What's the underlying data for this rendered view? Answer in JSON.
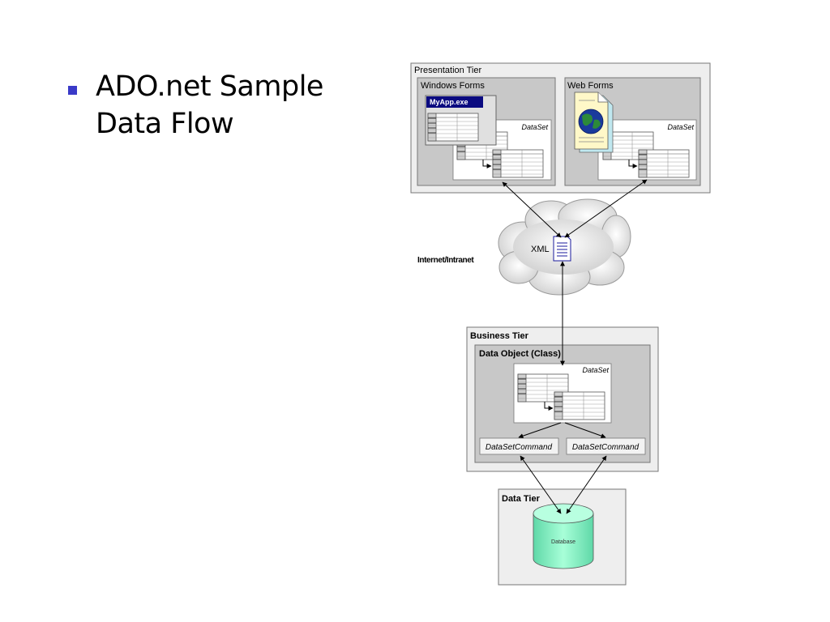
{
  "slide": {
    "bullet_lines": [
      "ADO.net Sample",
      "Data Flow"
    ]
  },
  "diagram": {
    "presentation_tier": "Presentation Tier",
    "windows_forms": "Windows Forms",
    "myapp": "MyApp.exe",
    "web_forms": "Web Forms",
    "dataset": "DataSet",
    "xml": "XML",
    "internet": "Internet/Intranet",
    "business_tier": "Business Tier",
    "data_object": "Data Object (Class)",
    "dataset_command": "DataSetCommand",
    "data_tier": "Data Tier",
    "database": "Database"
  },
  "colors": {
    "bullet": "#3a3ac8",
    "tier_bg": "#eeeeee",
    "panel_bg": "#c8c8c8",
    "database": "#7ff0c0",
    "myapp_title": "#0a0a80"
  }
}
